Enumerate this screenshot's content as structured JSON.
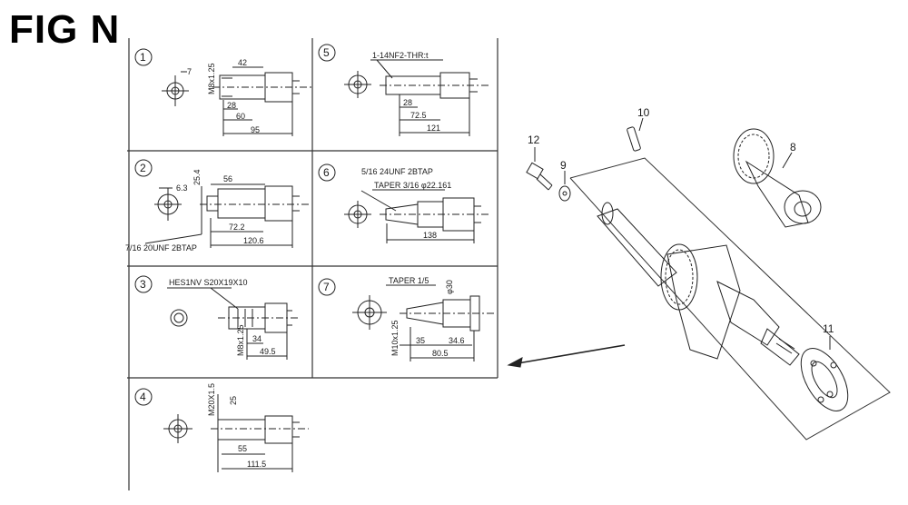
{
  "title": "FIG N",
  "cells": [
    {
      "id": "1",
      "dims": {
        "thread": "M8x1.25",
        "d1": "7",
        "d2": "42",
        "d3": "28",
        "d4": "60",
        "d5": "95"
      }
    },
    {
      "id": "2",
      "dims": {
        "d1": "6.3",
        "d2": "25.4",
        "d3": "56",
        "d4": "72.2",
        "d5": "120.6",
        "tap": "7/16 20UNF 2BTAP"
      }
    },
    {
      "id": "3",
      "dims": {
        "spline": "HES1NV S20X19X10",
        "thread": "M8x1.25",
        "d1": "34",
        "d2": "49.5"
      }
    },
    {
      "id": "4",
      "dims": {
        "thread": "M20X1.5",
        "d1": "25",
        "d2": "55",
        "d3": "111.5"
      }
    },
    {
      "id": "5",
      "dims": {
        "tap": "1-14NF2-THR:t",
        "d1": "28",
        "d2": "72.5",
        "d3": "121"
      }
    },
    {
      "id": "6",
      "dims": {
        "tap": "5/16 24UNF 2BTAP",
        "taper": "TAPER 3/16 φ22.161",
        "d1": "138"
      }
    },
    {
      "id": "7",
      "dims": {
        "taper": "TAPER 1/5",
        "dia": "φ30",
        "thread": "M10x1.25",
        "d1": "35",
        "d2": "34.6",
        "d3": "80.5"
      }
    }
  ],
  "parts": [
    "12",
    "9",
    "10",
    "8",
    "11"
  ]
}
